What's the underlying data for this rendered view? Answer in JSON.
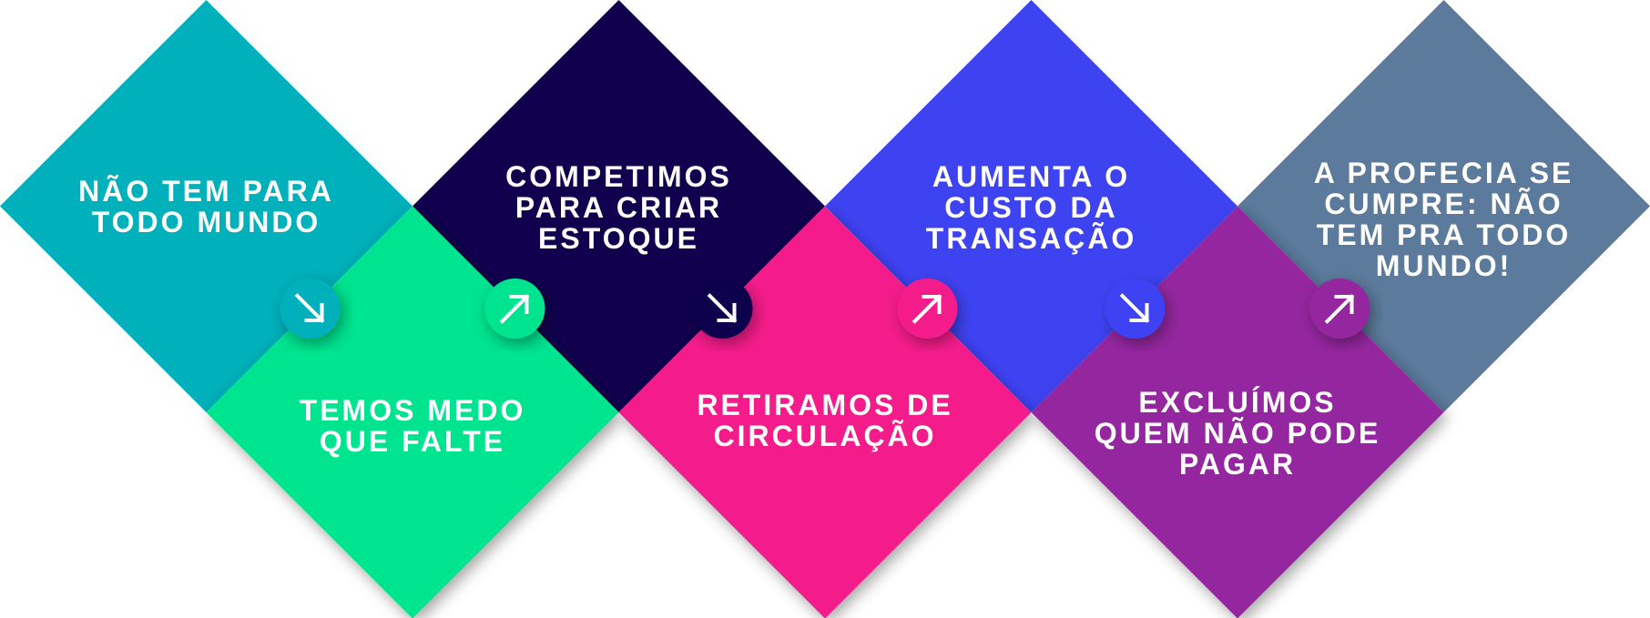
{
  "steps": [
    {
      "lines": [
        "NÃO TEM PARA",
        "TODO MUNDO"
      ],
      "color": "#00B0BA",
      "row": "top",
      "arrow": "arrow-down-right"
    },
    {
      "lines": [
        "TEMOS MEDO",
        "QUE FALTE"
      ],
      "color": "#00E38F",
      "row": "bottom",
      "arrow": "arrow-up-right"
    },
    {
      "lines": [
        "COMPETIMOS",
        "PARA CRIAR",
        "ESTOQUE"
      ],
      "color": "#10004E",
      "row": "top",
      "arrow": "arrow-down-right"
    },
    {
      "lines": [
        "RETIRAMOS DE",
        "CIRCULAÇÃO"
      ],
      "color": "#F41A8A",
      "row": "bottom",
      "arrow": "arrow-up-right"
    },
    {
      "lines": [
        "AUMENTA O",
        "CUSTO DA",
        "TRANSAÇÃO"
      ],
      "color": "#3E43F2",
      "row": "top",
      "arrow": "arrow-down-right"
    },
    {
      "lines": [
        "EXCLUÍMOS",
        "QUEM NÃO PODE",
        "PAGAR"
      ],
      "color": "#94269F",
      "row": "bottom",
      "arrow": "arrow-up-right"
    },
    {
      "lines": [
        "A PROFECIA SE",
        "CUMPRE: NÃO",
        "TEM PRA TODO",
        "MUNDO!"
      ],
      "color": "#5C7A9C",
      "row": "top",
      "arrow": null
    }
  ]
}
